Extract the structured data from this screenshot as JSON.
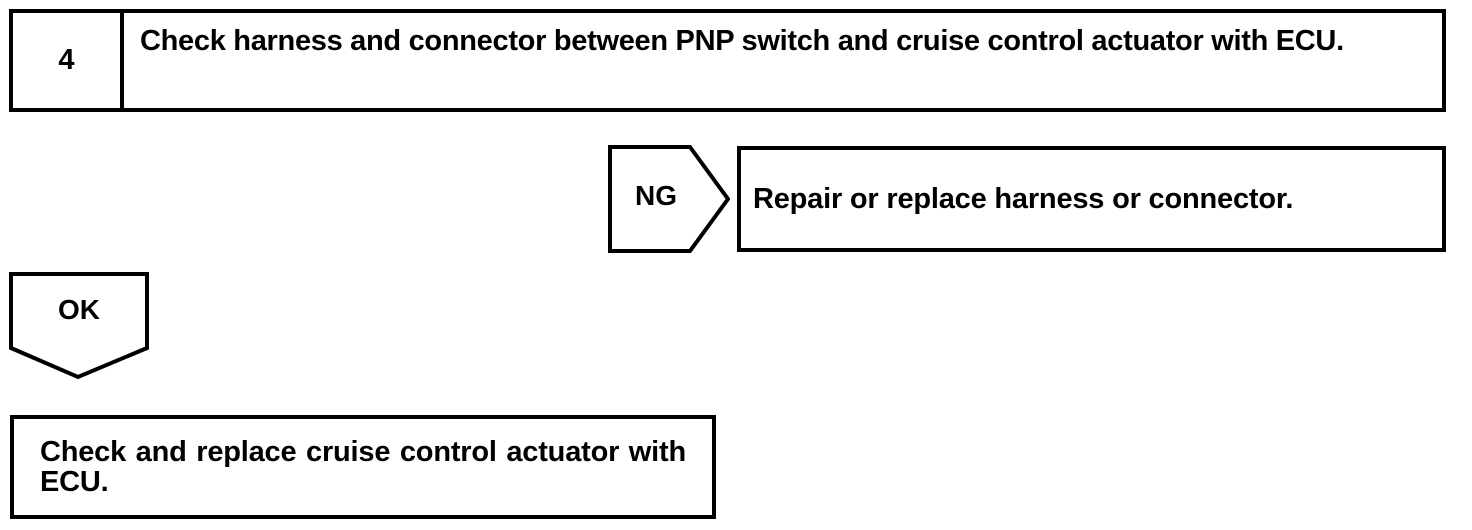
{
  "diagram": {
    "type": "troubleshooting-flowchart",
    "step": {
      "number": "4",
      "instruction": "Check harness and connector between PNP switch and cruise control actuator with ECU."
    },
    "branches": [
      {
        "label": "NG",
        "shape": "right-pointing-pentagon",
        "result": "Repair or replace harness or connector."
      },
      {
        "label": "OK",
        "shape": "down-pointing-pentagon",
        "result": "Check and replace cruise control actuator with ECU."
      }
    ],
    "ng_label": "NG",
    "ng_result": "Repair or replace harness or connector.",
    "ok_label": "OK",
    "ok_result": "Check and replace cruise control actuator with ECU.",
    "colors": {
      "stroke": "#000000",
      "fill": "#ffffff",
      "text": "#000000"
    }
  }
}
